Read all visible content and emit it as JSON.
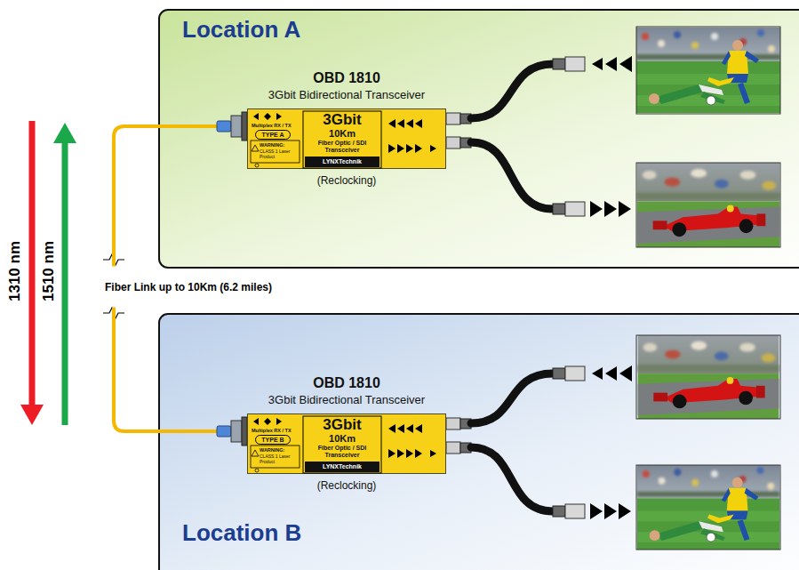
{
  "diagram": {
    "nodes": [
      {
        "text": [
          "Location A"
        ]
      },
      {
        "text": [
          "OBD 1810",
          "3Gbit Bidirectional Transceiver",
          "Multiplex RX / TX",
          "TYPE A",
          "WARNING:",
          "CLASS 1 Laser Product",
          "3Gbit",
          "10Km",
          "Fiber Optic / SDI Transceiver",
          "LYNXTechnik",
          "(Reclocking)"
        ],
        "in": 0
      },
      {
        "text": [
          "Location B"
        ]
      },
      {
        "text": [
          "OBD 1810",
          "3Gbit Bidirectional Transceiver",
          "Multiplex RX / TX",
          "TYPE B",
          "WARNING:",
          "CLASS 1 Laser Product",
          "3Gbit",
          "10Km",
          "Fiber Optic / SDI Transceiver",
          "LYNXTechnik",
          "(Reclocking)"
        ],
        "in": 2
      }
    ],
    "edges": [
      {
        "from": 1,
        "to": 3,
        "arrow": "none",
        "label": "Fiber Link up to 10Km (6.2 miles)"
      }
    ],
    "labels": [
      "1310 nm",
      "1510 nm"
    ]
  }
}
